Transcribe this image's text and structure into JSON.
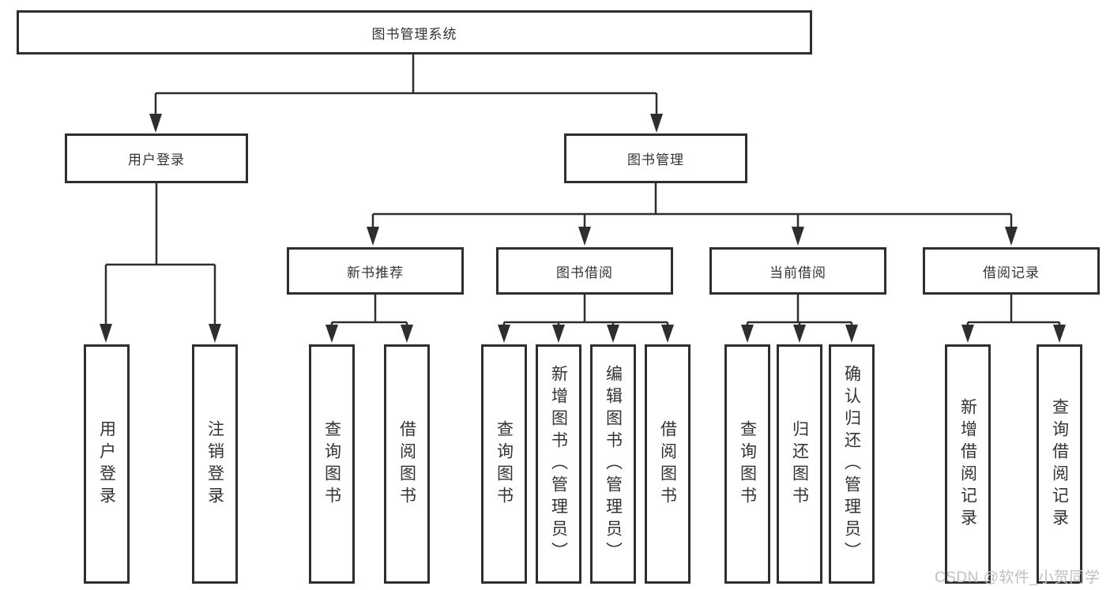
{
  "tree": {
    "root": "图书管理系统",
    "children": [
      {
        "label": "用户登录",
        "children": [
          {
            "label": "用户登录"
          },
          {
            "label": "注销登录"
          }
        ]
      },
      {
        "label": "图书管理",
        "children": [
          {
            "label": "新书推荐",
            "children": [
              {
                "label": "查询图书"
              },
              {
                "label": "借阅图书"
              }
            ]
          },
          {
            "label": "图书借阅",
            "children": [
              {
                "label": "查询图书"
              },
              {
                "label": "新增图书（管理员）"
              },
              {
                "label": "编辑图书（管理员）"
              },
              {
                "label": "借阅图书"
              }
            ]
          },
          {
            "label": "当前借阅",
            "children": [
              {
                "label": "查询图书"
              },
              {
                "label": "归还图书"
              },
              {
                "label": "确认归还（管理员）"
              }
            ]
          },
          {
            "label": "借阅记录",
            "children": [
              {
                "label": "新增借阅记录"
              },
              {
                "label": "查询借阅记录"
              }
            ]
          }
        ]
      }
    ]
  },
  "watermark": "CSDN @软件_小贺同学",
  "colors": {
    "line": "#2e2e2e",
    "text": "#333333",
    "background": "#ffffff",
    "watermark": "#bcbfc5"
  }
}
